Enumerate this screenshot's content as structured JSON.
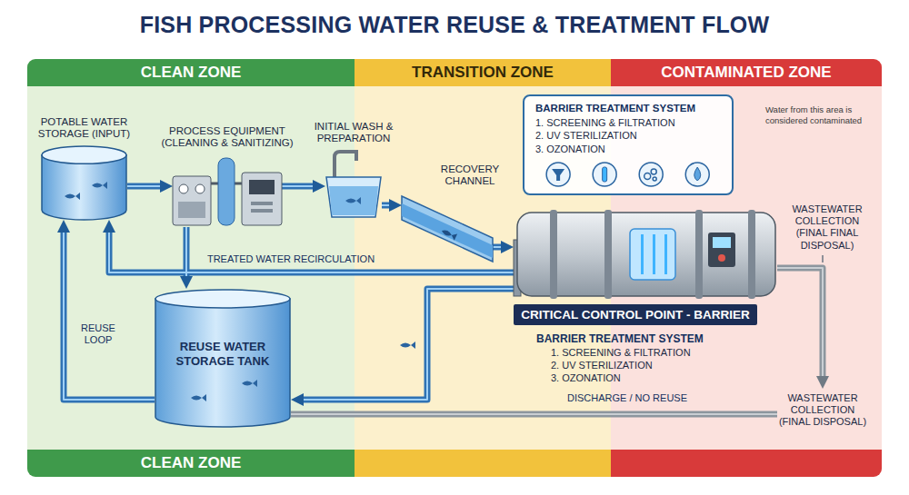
{
  "diagram": {
    "title": "FISH PROCESSING WATER REUSE & TREATMENT FLOW",
    "nodes": [
      {
        "text": [
          "CLEAN ZONE",
          "CLEAN ZONE"
        ]
      },
      {
        "text": [
          "TRANSITION ZONE"
        ]
      },
      {
        "text": [
          "CONTAMINATED ZONE",
          "Water from this area is considered contaminated"
        ]
      },
      {
        "text": [
          "POTABLE WATER STORAGE (INPUT)"
        ],
        "in": 0
      },
      {
        "text": [
          "PROCESS EQUIPMENT (CLEANING & SANITIZING)"
        ],
        "in": 0
      },
      {
        "text": [
          "INITIAL WASH & PREPARATION"
        ]
      },
      {
        "text": [
          "RECOVERY CHANNEL"
        ],
        "in": 1
      },
      {
        "text": [
          "BARRIER TREATMENT SYSTEM",
          "1. SCREENING & FILTRATION",
          "2. UV STERILIZATION",
          "3. OZONATION"
        ]
      },
      {
        "text": [
          "CRITICAL CONTROL POINT - BARRIER"
        ]
      },
      {
        "text": [
          "WASTEWATER COLLECTION (FINAL FINAL DISPOSAL)"
        ],
        "in": 2
      },
      {
        "text": [
          "REUSE WATER STORAGE TANK"
        ],
        "in": 0
      },
      {
        "text": [
          "WASTEWATER COLLECTION (FINAL DISPOSAL)"
        ],
        "in": 2
      }
    ],
    "edges": [
      {
        "from": 3,
        "to": 4,
        "arrow": "to"
      },
      {
        "from": 4,
        "to": 5,
        "arrow": "to"
      },
      {
        "from": 5,
        "to": 6,
        "arrow": "to"
      },
      {
        "from": 6,
        "to": 8,
        "arrow": "to"
      },
      {
        "from": 8,
        "to": 11,
        "arrow": "to"
      },
      {
        "from": 8,
        "to": 10,
        "arrow": "to"
      },
      {
        "from": 8,
        "to": 3,
        "arrow": "to",
        "label": "TREATED WATER RECIRCULATION"
      },
      {
        "from": 4,
        "to": 10,
        "arrow": "to"
      },
      {
        "from": 10,
        "to": 3,
        "arrow": "to",
        "label": "REUSE LOOP"
      },
      {
        "from": 10,
        "to": 11,
        "arrow": "none",
        "label": "DISCHARGE / NO REUSE"
      }
    ],
    "labels": [
      "BARRIER TREATMENT SYSTEM",
      "1. SCREENING & FILTRATION",
      "2. UV STERILIZATION",
      "3. OZONATION"
    ]
  }
}
